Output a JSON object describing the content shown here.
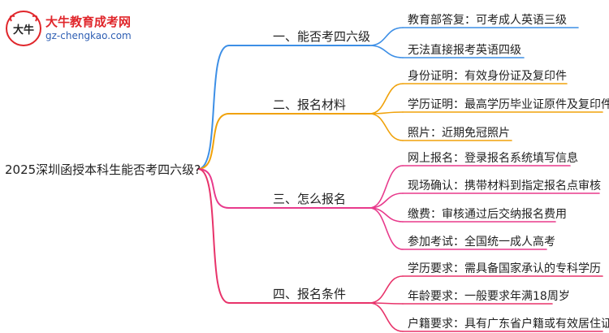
{
  "logo": {
    "title": "大牛教育成考网",
    "url": "gz-chengkao.com",
    "mark_text": "大牛"
  },
  "root": {
    "label": "2025深圳函授本科生能否考四六级?"
  },
  "branches": [
    {
      "label": "一、能否考四六级",
      "color": "#3d8fe6",
      "children": [
        {
          "label": "教育部答复：可考成人英语三级"
        },
        {
          "label": "无法直接报考英语四级"
        }
      ]
    },
    {
      "label": "二、报名材料",
      "color": "#f0a20b",
      "children": [
        {
          "label": "身份证明：有效身份证及复印件"
        },
        {
          "label": "学历证明：最高学历毕业证原件及复印件"
        },
        {
          "label": "照片：近期免冠照片"
        }
      ]
    },
    {
      "label": "三、怎么报名",
      "color": "#e83a8c",
      "children": [
        {
          "label": "网上报名：登录报名系统填写信息"
        },
        {
          "label": "现场确认：携带材料到指定报名点审核"
        },
        {
          "label": "缴费：审核通过后交纳报名费用"
        },
        {
          "label": "参加考试：全国统一成人高考"
        }
      ]
    },
    {
      "label": "四、报名条件",
      "color": "#e8336a",
      "children": [
        {
          "label": "学历要求：需具备国家承认的专科学历"
        },
        {
          "label": "年龄要求：一般要求年满18周岁"
        },
        {
          "label": "户籍要求：具有广东省户籍或有效居住证"
        }
      ]
    }
  ]
}
